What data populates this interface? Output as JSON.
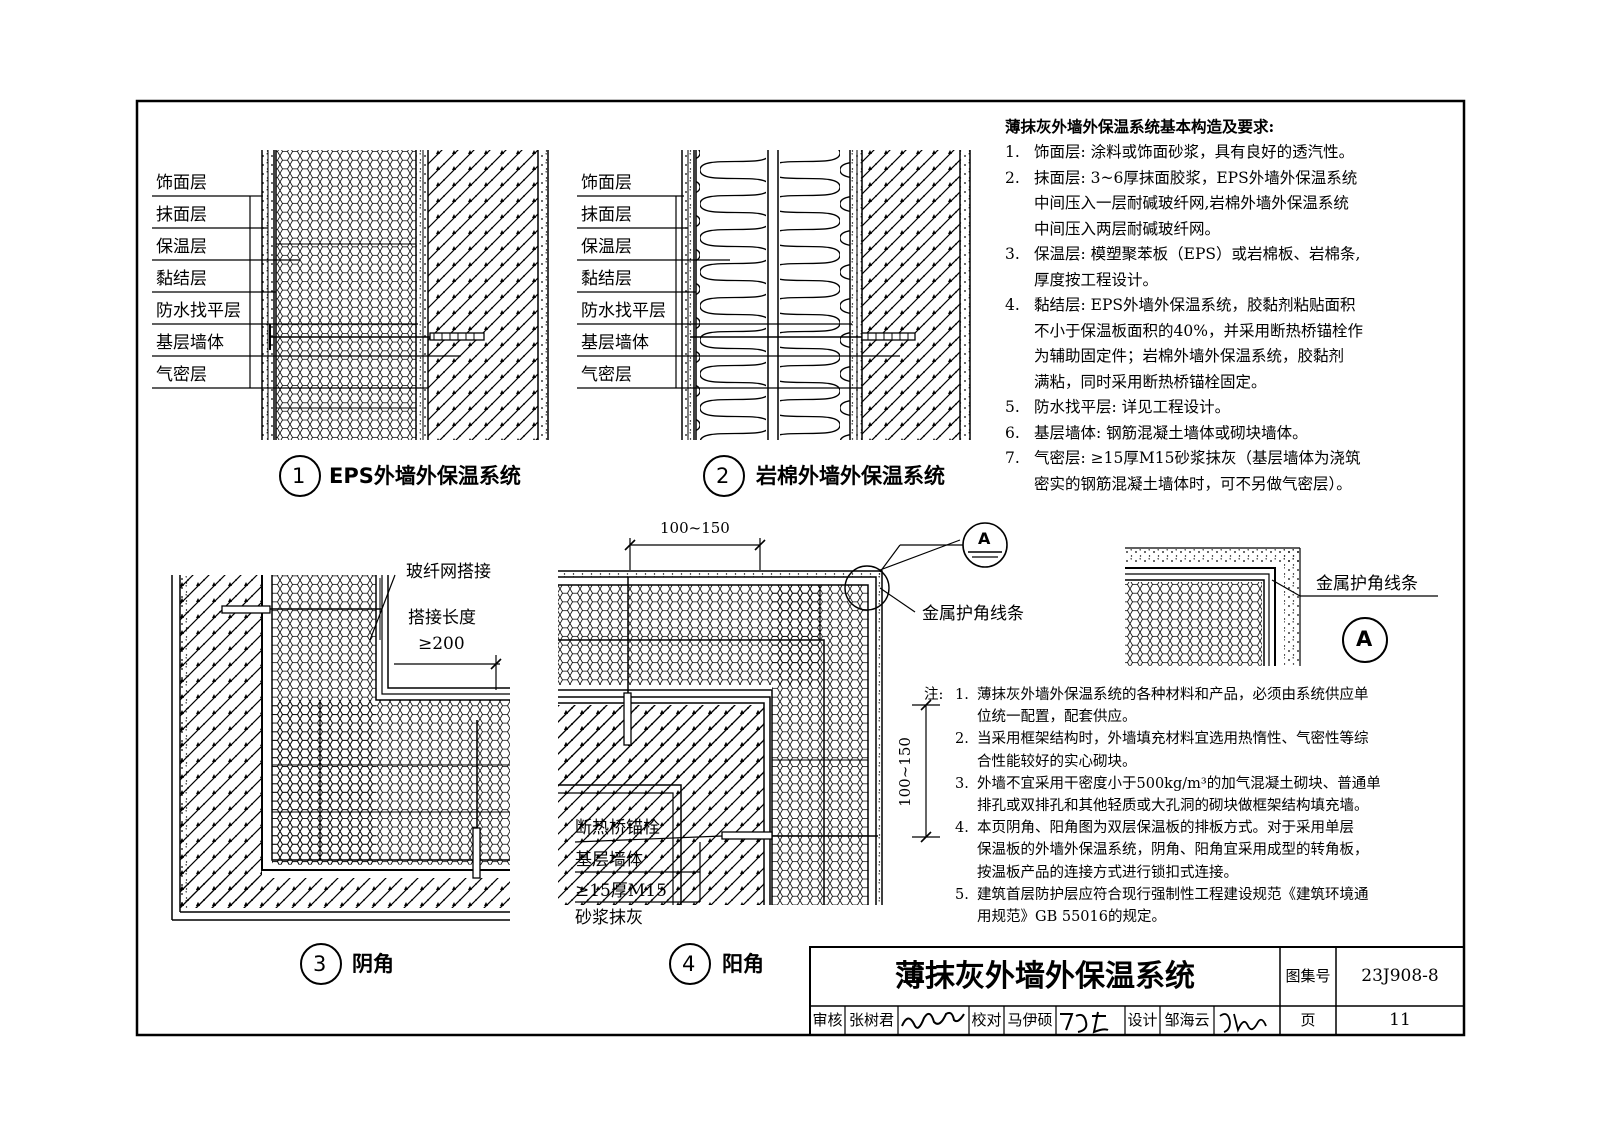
{
  "detail1": {
    "number": "1",
    "title": "EPS外墙外保温系统",
    "labels": [
      "饰面层",
      "抹面层",
      "保温层",
      "黏结层",
      "防水找平层",
      "基层墙体",
      "气密层"
    ]
  },
  "detail2": {
    "number": "2",
    "title": "岩棉外墙外保温系统",
    "labels": [
      "饰面层",
      "抹面层",
      "保温层",
      "黏结层",
      "防水找平层",
      "基层墙体",
      "气密层"
    ]
  },
  "detail3": {
    "number": "3",
    "title": "阴角",
    "labels": {
      "mesh_overlap": "玻纤网搭接",
      "overlap_length": "搭接长度",
      "overlap_value": "≥200"
    }
  },
  "detail4": {
    "number": "4",
    "title": "阳角",
    "labels": {
      "dim_horizontal": "100~150",
      "dim_vertical": "100~150",
      "anchor": "断热桥锚栓",
      "base_wall": "基层墙体",
      "mortar1": "≥15厚M15",
      "mortar2": "砂浆抹灰",
      "corner_strip": "金属护角线条",
      "callout": "A"
    }
  },
  "detailA": {
    "label": "A",
    "corner_strip": "金属护角线条"
  },
  "requirements": {
    "title": "薄抹灰外墙外保温系统基本构造及要求:",
    "lines": [
      {
        "num": "1.",
        "text": "饰面层: 涂料或饰面砂浆，具有良好的透汽性。"
      },
      {
        "num": "2.",
        "text": "抹面层: 3~6厚抹面胶浆，EPS外墙外保温系统"
      },
      {
        "num": "",
        "text": "中间压入一层耐碱玻纤网,岩棉外墙外保温系统"
      },
      {
        "num": "",
        "text": "中间压入两层耐碱玻纤网。"
      },
      {
        "num": "3.",
        "text": "保温层: 模塑聚苯板（EPS）或岩棉板、岩棉条,"
      },
      {
        "num": "",
        "text": "厚度按工程设计。"
      },
      {
        "num": "4.",
        "text": "黏结层: EPS外墙外保温系统，胶黏剂粘贴面积"
      },
      {
        "num": "",
        "text": "不小于保温板面积的40%，并采用断热桥锚栓作"
      },
      {
        "num": "",
        "text": "为辅助固定件；岩棉外墙外保温系统，胶黏剂"
      },
      {
        "num": "",
        "text": "满粘，同时采用断热桥锚栓固定。"
      },
      {
        "num": "5.",
        "text": "防水找平层: 详见工程设计。"
      },
      {
        "num": "6.",
        "text": "基层墙体: 钢筋混凝土墙体或砌块墙体。"
      },
      {
        "num": "7.",
        "text": "气密层: ≥15厚M15砂浆抹灰（基层墙体为浇筑"
      },
      {
        "num": "",
        "text": "密实的钢筋混凝土墙体时，可不另做气密层）。"
      }
    ]
  },
  "notes": {
    "prefix": "注:",
    "lines": [
      {
        "num": "1.",
        "text": "薄抹灰外墙外保温系统的各种材料和产品，必须由系统供应单"
      },
      {
        "num": "",
        "text": "位统一配置，配套供应。"
      },
      {
        "num": "2.",
        "text": "当采用框架结构时，外墙填充材料宜选用热惰性、气密性等综"
      },
      {
        "num": "",
        "text": "合性能较好的实心砌块。"
      },
      {
        "num": "3.",
        "text": "外墙不宜采用干密度小于500kg/m³的加气混凝土砌块、普通单"
      },
      {
        "num": "",
        "text": "排孔或双排孔和其他轻质或大孔洞的砌块做框架结构填充墙。"
      },
      {
        "num": "4.",
        "text": "本页阴角、阳角图为双层保温板的排板方式。对于采用单层"
      },
      {
        "num": "",
        "text": "保温板的外墙外保温系统，阴角、阳角宜采用成型的转角板，"
      },
      {
        "num": "",
        "text": "按温板产品的连接方式进行锁扣式连接。"
      },
      {
        "num": "5.",
        "text": "建筑首层防护层应符合现行强制性工程建设规范《建筑环境通"
      },
      {
        "num": "",
        "text": "用规范》GB 55016的规定。"
      }
    ]
  },
  "title_block": {
    "title": "薄抹灰外墙外保温系统",
    "atlas_label": "图集号",
    "atlas_no": "23J908-8",
    "review_label": "审核",
    "reviewer": "张树君",
    "check_label": "校对",
    "checker": "马伊硕",
    "design_label": "设计",
    "designer": "邹海云",
    "page_label": "页",
    "page_no": "11"
  }
}
